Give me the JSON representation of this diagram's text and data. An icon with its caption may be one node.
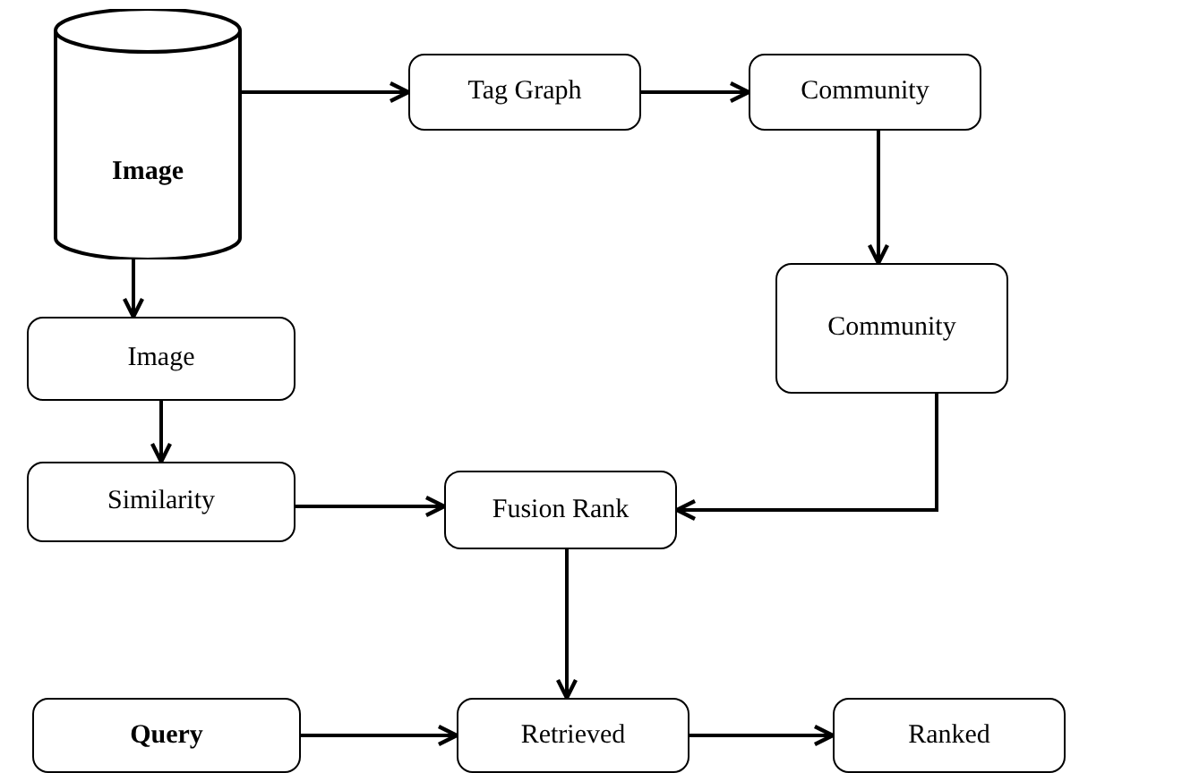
{
  "diagram": {
    "nodes": [
      {
        "text": [
          "Image"
        ]
      },
      {
        "text": [
          "Tag Graph"
        ]
      },
      {
        "text": [
          "Community"
        ]
      },
      {
        "text": [
          "Image"
        ]
      },
      {
        "text": [
          "Community"
        ]
      },
      {
        "text": [
          "Similarity"
        ]
      },
      {
        "text": [
          "Fusion Rank"
        ]
      },
      {
        "text": [
          "Query"
        ]
      },
      {
        "text": [
          "Retrieved"
        ]
      },
      {
        "text": [
          "Ranked"
        ]
      }
    ],
    "edges": [
      {
        "from": 0,
        "to": 1,
        "arrow": "to"
      },
      {
        "from": 1,
        "to": 2,
        "arrow": "to"
      },
      {
        "from": 2,
        "to": 4,
        "arrow": "to"
      },
      {
        "from": 0,
        "to": 3,
        "arrow": "to"
      },
      {
        "from": 3,
        "to": 5,
        "arrow": "to"
      },
      {
        "from": 5,
        "to": 6,
        "arrow": "to"
      },
      {
        "from": 4,
        "to": 6,
        "arrow": "to"
      },
      {
        "from": 6,
        "to": 8,
        "arrow": "to"
      },
      {
        "from": 7,
        "to": 8,
        "arrow": "to"
      },
      {
        "from": 8,
        "to": 9,
        "arrow": "to"
      }
    ]
  }
}
